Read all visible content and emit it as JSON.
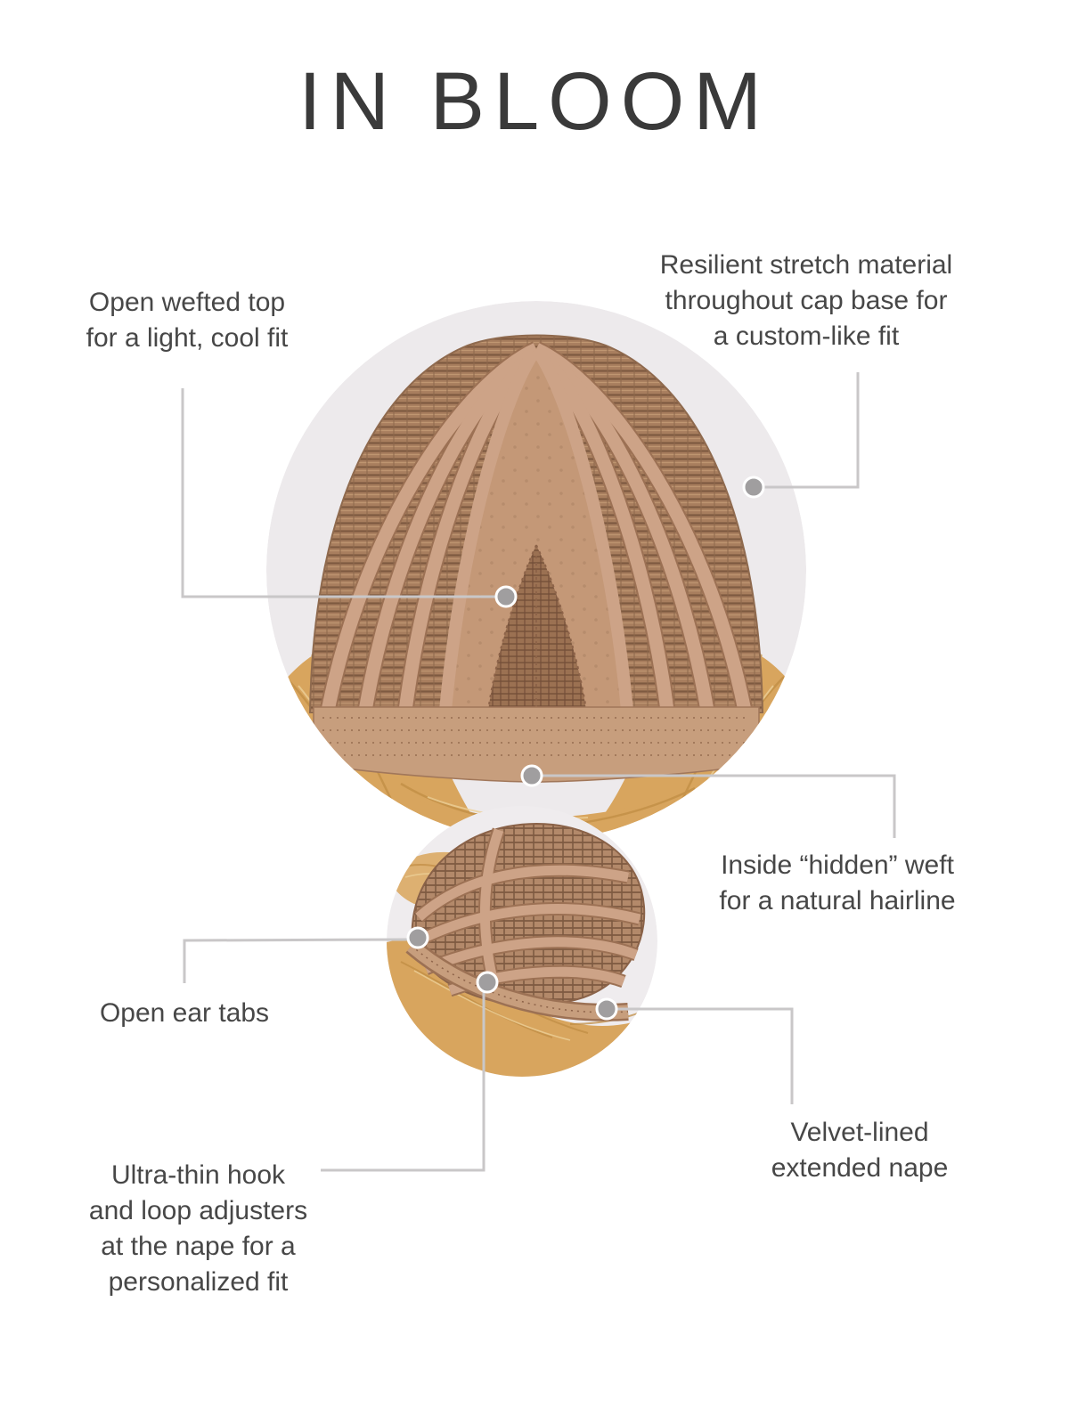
{
  "title": "IN BLOOM",
  "colors": {
    "text": "#474747",
    "connector_line": "#c9c7c8",
    "callout_dot": "#a09e9f",
    "circle_background": "#edeaec",
    "cap_base_tan": "#a87e5e",
    "cap_ribbon_tan": "#cda387",
    "cap_band_tan": "#c79e7d",
    "hair_blonde": "#d8a55e"
  },
  "annotations": {
    "open_wefted_top": {
      "text": "Open wefted top\nfor a light, cool fit"
    },
    "resilient_stretch": {
      "text": "Resilient stretch material\nthroughout cap base for\na custom-like fit"
    },
    "hidden_weft": {
      "text": "Inside “hidden” weft\nfor a natural hairline"
    },
    "open_ear_tabs": {
      "text": "Open ear tabs"
    },
    "hook_loop_adjusters": {
      "text": "Ultra-thin hook\nand loop adjusters\nat the nape for a\npersonalized fit"
    },
    "velvet_nape": {
      "text": "Velvet-lined\nextended nape"
    }
  }
}
